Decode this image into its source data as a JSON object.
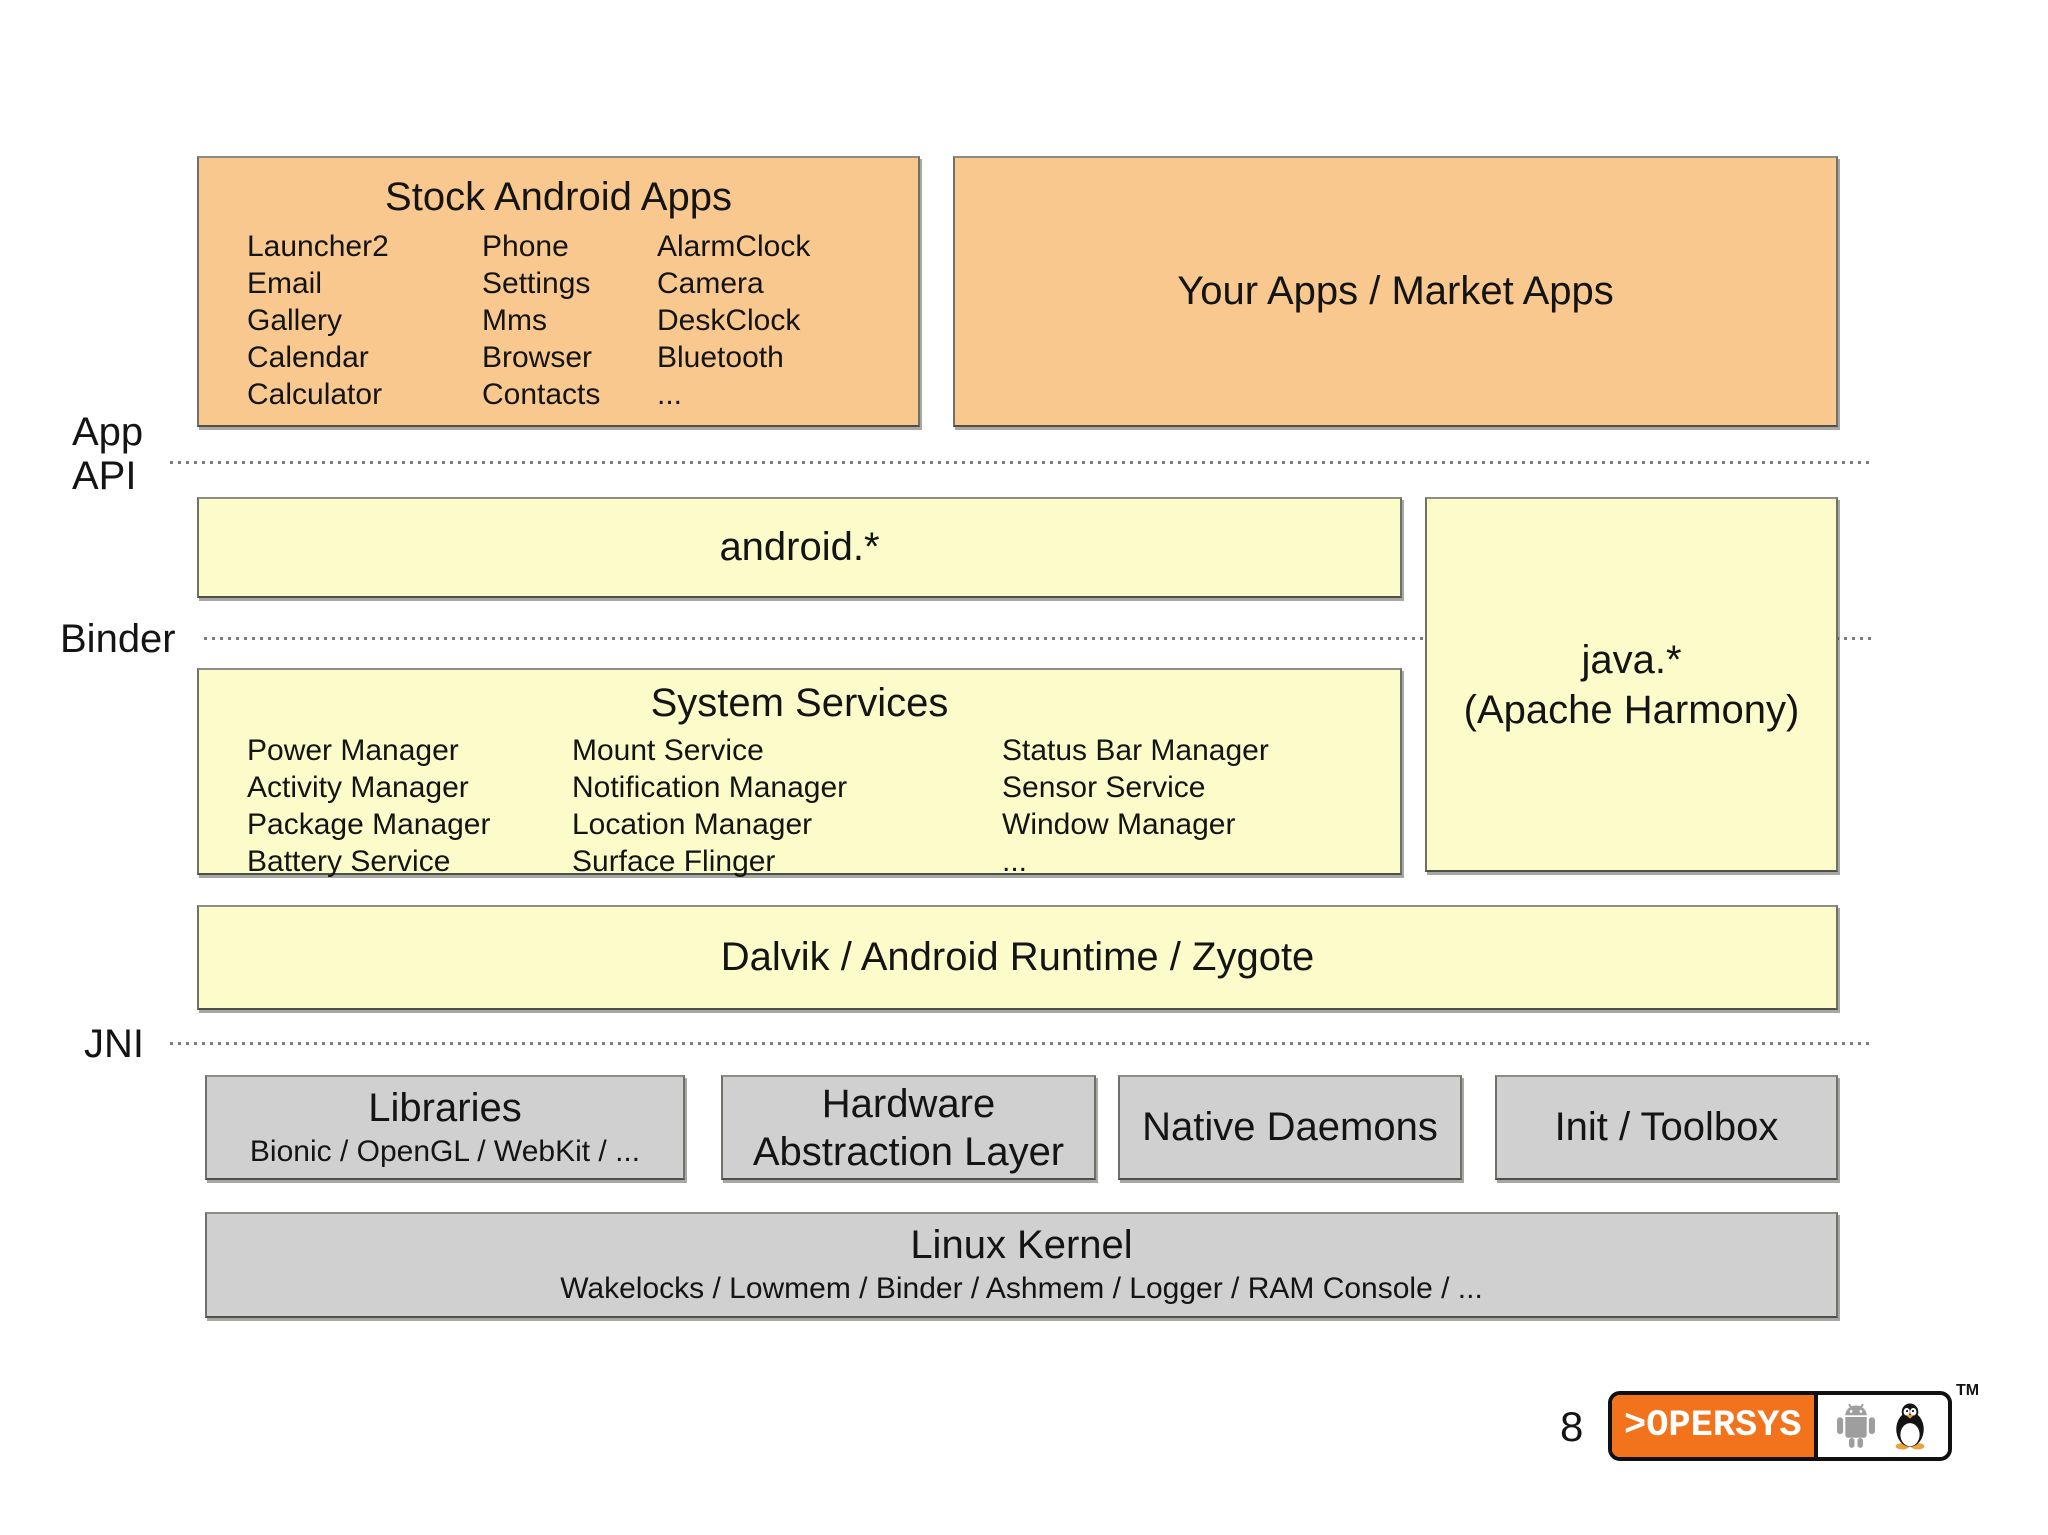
{
  "slide": {
    "page_number": "8",
    "side_labels": {
      "app_api": [
        "App",
        "API"
      ],
      "binder": "Binder",
      "jni": "JNI"
    },
    "boxes": {
      "stock_apps": {
        "title": "Stock Android Apps",
        "columns": [
          [
            "Launcher2",
            "Email",
            "Gallery",
            "Calendar",
            "Calculator"
          ],
          [
            "Phone",
            "Settings",
            "Mms",
            "Browser",
            "Contacts"
          ],
          [
            "AlarmClock",
            "Camera",
            "DeskClock",
            "Bluetooth",
            "..."
          ]
        ]
      },
      "your_apps": {
        "title": "Your Apps / Market Apps"
      },
      "android_api": {
        "title": "android.*"
      },
      "java_api": {
        "lines": [
          "java.*",
          "(Apache Harmony)"
        ]
      },
      "system_services": {
        "title": "System Services",
        "columns": [
          [
            "Power Manager",
            "Activity Manager",
            "Package Manager",
            "Battery Service"
          ],
          [
            "Mount Service",
            "Notification Manager",
            "Location Manager",
            "Surface Flinger"
          ],
          [
            "Status Bar Manager",
            "Sensor Service",
            "Window Manager",
            "..."
          ]
        ]
      },
      "dalvik": {
        "title": "Dalvik / Android Runtime / Zygote"
      },
      "libraries": {
        "title": "Libraries",
        "subtitle": "Bionic / OpenGL / WebKit / ..."
      },
      "hal": {
        "lines": [
          "Hardware",
          "Abstraction Layer"
        ]
      },
      "native_daemons": {
        "title": "Native Daemons"
      },
      "init_toolbox": {
        "title": "Init / Toolbox"
      },
      "linux_kernel": {
        "title": "Linux Kernel",
        "subtitle": "Wakelocks / Lowmem / Binder / Ashmem / Logger / RAM Console / ..."
      }
    },
    "logo": {
      "wordmark": ">OPERSYS",
      "tm": "TM"
    },
    "colors": {
      "app_box": "#F8C88E",
      "framework_box": "#FCFCCB",
      "native_box": "#D0D0D0",
      "box_border": "#70706A",
      "dotted_line": "#7B7B7B",
      "logo_orange": "#F3731C"
    }
  }
}
